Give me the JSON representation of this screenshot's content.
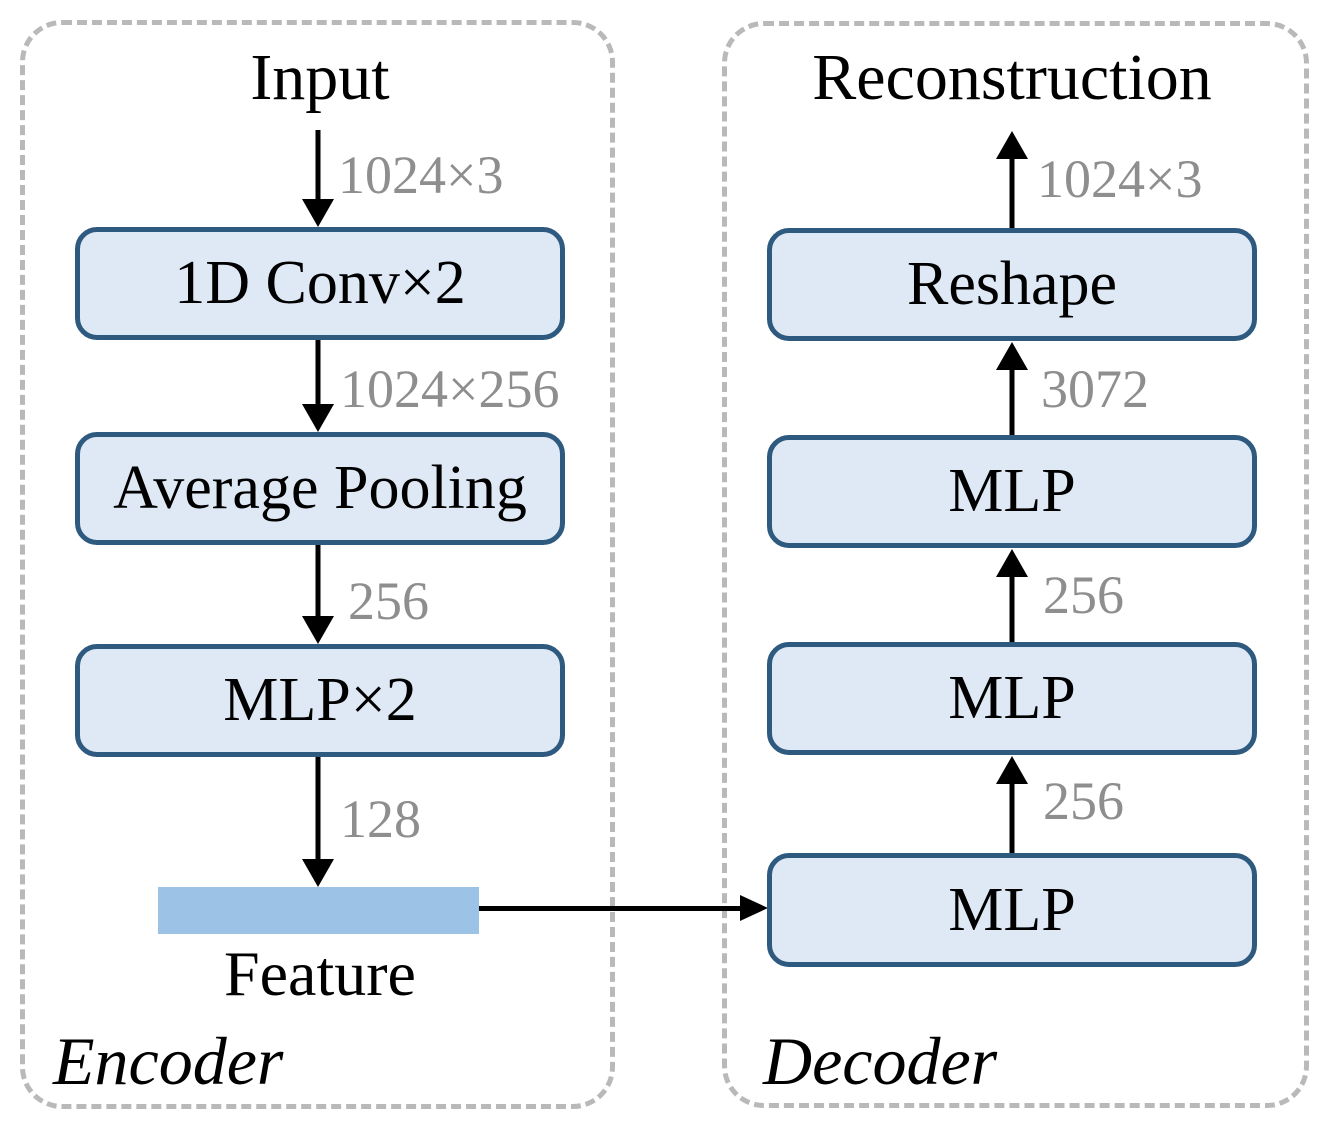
{
  "encoder": {
    "caption": "Encoder",
    "source_label": "Input",
    "nodes": [
      {
        "label": "1D Conv×2"
      },
      {
        "label": "Average Pooling"
      },
      {
        "label": "MLP×2"
      }
    ],
    "flow_labels": [
      "1024×3",
      "1024×256",
      "256",
      "128"
    ],
    "feature_label": "Feature"
  },
  "decoder": {
    "caption": "Decoder",
    "sink_label": "Reconstruction",
    "nodes": [
      {
        "label": "Reshape"
      },
      {
        "label": "MLP"
      },
      {
        "label": "MLP"
      },
      {
        "label": "MLP"
      }
    ],
    "flow_labels": [
      "1024×3",
      "3072",
      "256",
      "256"
    ]
  },
  "colors": {
    "node_fill": "#dfe9f5",
    "node_border": "#2e5a7f",
    "feature_bar": "#9cc2e5",
    "dim_label": "#8e8e8e",
    "panel_border": "#b9b9b9",
    "arrow": "#000000"
  }
}
